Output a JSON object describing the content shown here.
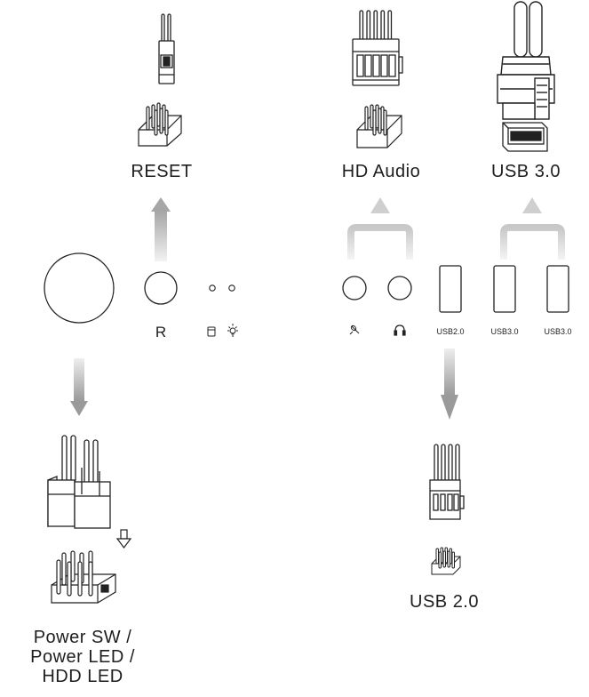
{
  "labels": {
    "reset": "RESET",
    "hd_audio": "HD Audio",
    "usb3": "USB 3.0",
    "usb2": "USB 2.0",
    "power": [
      "Power SW /",
      "Power LED /",
      "HDD LED"
    ],
    "reset_button": "R",
    "port_usb2": "USB2.0",
    "port_usb3_a": "USB3.0",
    "port_usb3_b": "USB3.0"
  },
  "icons": {
    "power_button": "power-button",
    "reset_button": "reset-button",
    "hdd_led": "hdd-led-icon",
    "power_led": "power-led-icon",
    "mic": "microphone-icon",
    "headphone": "headphone-icon",
    "arrow": "arrow-icon"
  },
  "colors": {
    "line": "#222222",
    "arrow_gray": "#a8a8a8",
    "arrow_light": "#dcdcdc"
  }
}
